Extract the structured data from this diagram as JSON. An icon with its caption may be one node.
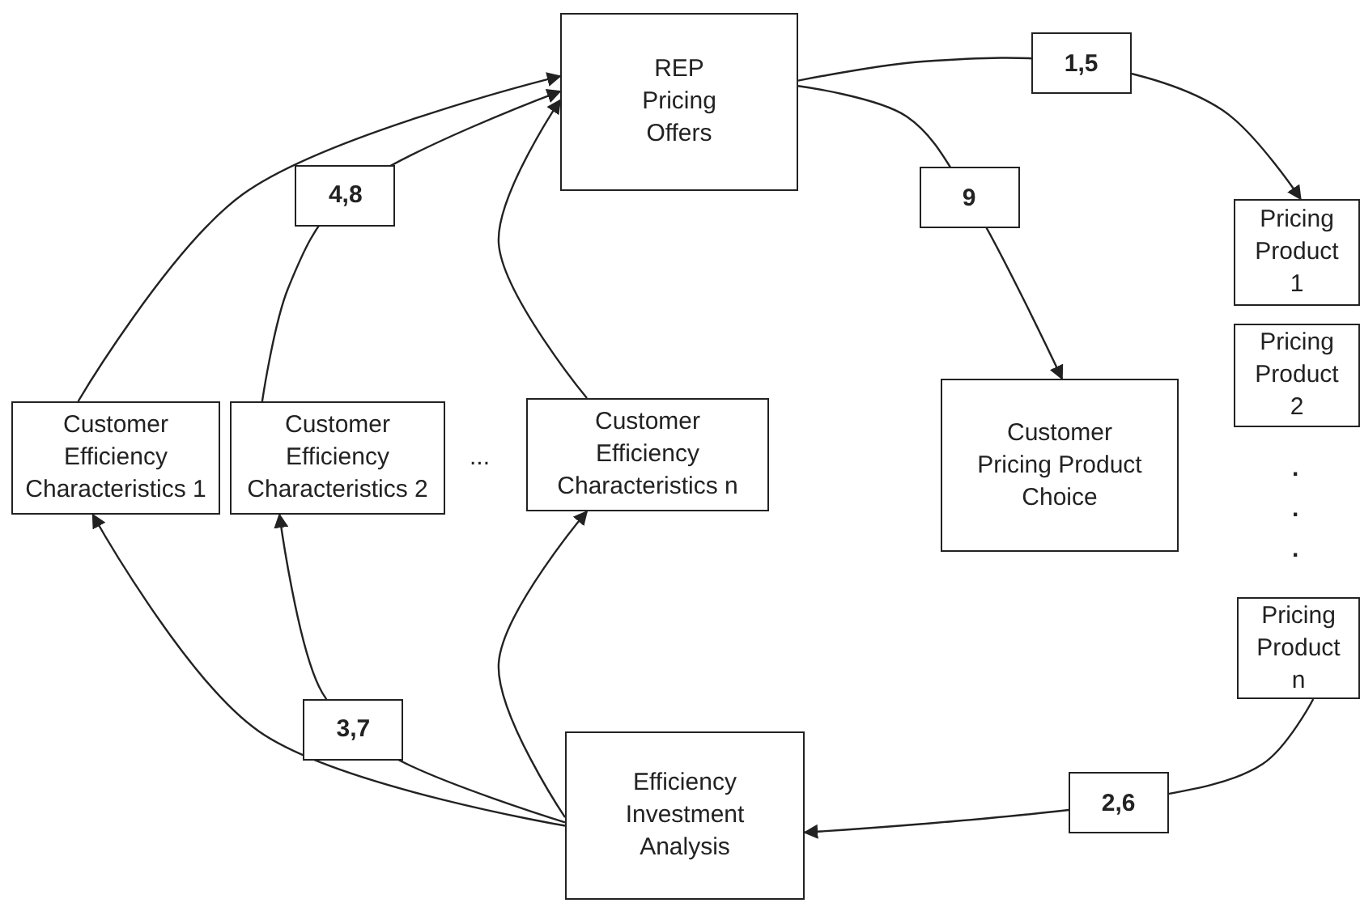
{
  "diagram": {
    "nodes": [
      {
        "text": [
          "REP Pricing Offers"
        ]
      },
      {
        "text": [
          "Pricing Product 1"
        ]
      },
      {
        "text": [
          "Pricing Product 2"
        ]
      },
      {
        "text": [
          "Pricing Product n"
        ]
      },
      {
        "text": [
          "Customer Efficiency Characteristics 1"
        ]
      },
      {
        "text": [
          "Customer Efficiency Characteristics 2"
        ]
      },
      {
        "text": [
          "Customer Efficiency Characteristics n"
        ]
      },
      {
        "text": [
          "Customer Pricing Product Choice"
        ]
      },
      {
        "text": [
          "Efficiency Investment Analysis"
        ]
      }
    ],
    "edges": [
      {
        "from": 0,
        "to": 1,
        "arrow": "to",
        "label": "1,5"
      },
      {
        "from": 0,
        "to": 7,
        "arrow": "to",
        "label": "9"
      },
      {
        "from": 4,
        "to": 0,
        "arrow": "to"
      },
      {
        "from": 5,
        "to": 0,
        "arrow": "to",
        "label": "4,8"
      },
      {
        "from": 6,
        "to": 0,
        "arrow": "to"
      },
      {
        "from": 3,
        "to": 8,
        "arrow": "to",
        "label": "2,6"
      },
      {
        "from": 8,
        "to": 4,
        "arrow": "to"
      },
      {
        "from": 8,
        "to": 5,
        "arrow": "to",
        "label": "3,7"
      },
      {
        "from": 8,
        "to": 6,
        "arrow": "to"
      }
    ],
    "labels": [
      "...",
      ".",
      ".",
      "."
    ]
  }
}
